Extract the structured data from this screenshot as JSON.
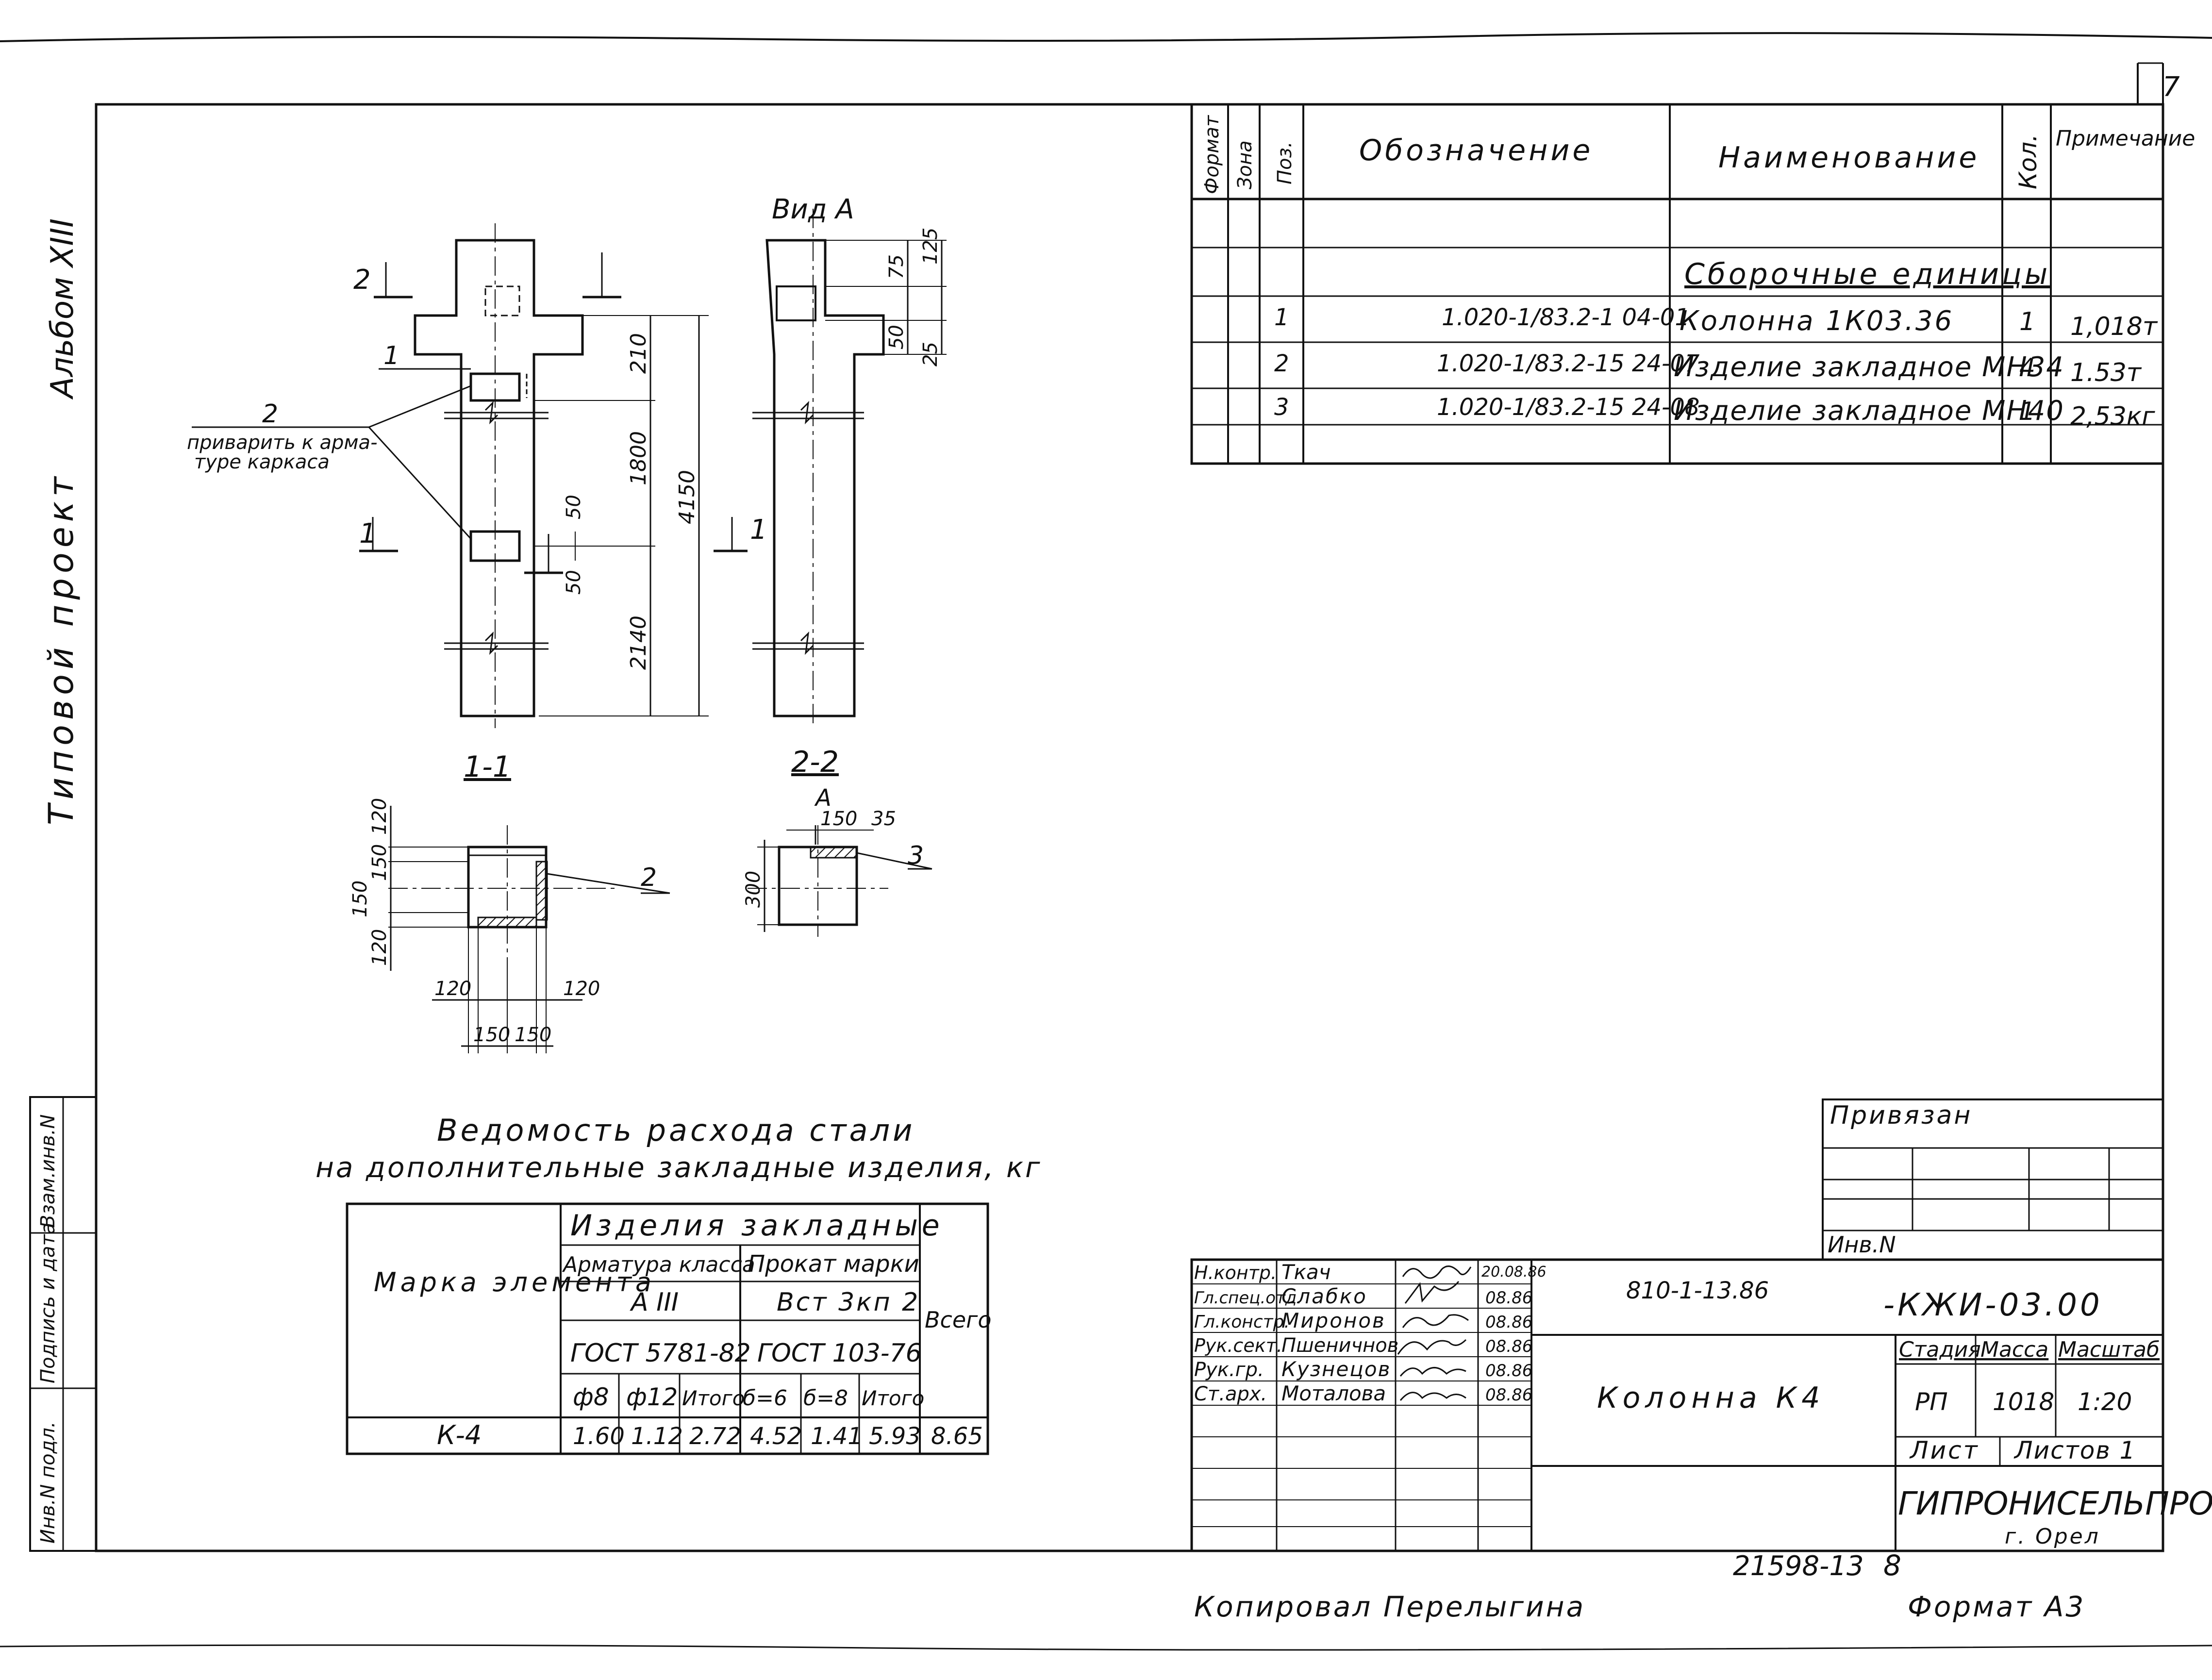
{
  "sheet": {
    "page_number": "7",
    "side_album": "Альбом XIII",
    "side_project": "Типовой проект",
    "side_stamp": [
      "Инв.N подл.",
      "Подпись и дата",
      "Взам.инв.N"
    ],
    "copied_by": "Копировал Перелыгина",
    "format": "Формат А3",
    "archive_number": "21598-13",
    "archive_sheet": "8"
  },
  "drawing": {
    "view_a_title": "Вид А",
    "section_1_title": "1-1",
    "section_2_title": "2-2",
    "cut_1": "1",
    "cut_2": "2",
    "leader_1": "1",
    "leader_2": "2",
    "leader_3": "3",
    "note_weld_line1": "приварить к арма-",
    "note_weld_line2": "туре каркаса",
    "arrow_a": "А",
    "dims_front": [
      "210",
      "1800",
      "4150",
      "2140",
      "50",
      "50"
    ],
    "dims_side": [
      "75",
      "125",
      "50",
      "25"
    ],
    "dims_sec1": [
      "120",
      "150",
      "150",
      "120",
      "120",
      "120",
      "150",
      "150"
    ],
    "dims_sec2": [
      "150",
      "35",
      "300"
    ]
  },
  "spec_table": {
    "headers": {
      "format": "Формат",
      "zone": "Зона",
      "pos": "Поз.",
      "designation": "Обозначение",
      "name": "Наименование",
      "qty": "Кол.",
      "note": "Примечание"
    },
    "section_title": "Сборочные единицы",
    "rows": [
      {
        "pos": "1",
        "designation": "1.020-1/83.2-1 04-01",
        "name": "Колонна 1К03.36",
        "qty": "1",
        "note": "1,018т"
      },
      {
        "pos": "2",
        "designation": "1.020-1/83.2-15 24-07",
        "name": "Изделие закладное МН34",
        "qty": "4",
        "note": "1.53т"
      },
      {
        "pos": "3",
        "designation": "1.020-1/83.2-15 24-08",
        "name": "Изделие закладное МН40",
        "qty": "1",
        "note": "2,53кг"
      }
    ]
  },
  "steel_table": {
    "title_line1": "Ведомость расхода стали",
    "title_line2": "на дополнительные закладные изделия, кг",
    "mark_header": "Марка элемента",
    "group_header": "Изделия закладные",
    "rebar_header": "Арматура класса",
    "rebar_class": "А III",
    "rebar_gost": "ГОСТ 5781-82",
    "plate_header": "Прокат марки",
    "plate_grade": "Вст 3кп 2",
    "plate_gost": "ГОСТ 103-76",
    "total_header": "Всего",
    "sub_headers": [
      "ф8",
      "ф12",
      "Итого",
      "б=6",
      "б=8",
      "Итого"
    ],
    "row": {
      "mark": "К-4",
      "values": [
        "1.60",
        "1.12",
        "2.72",
        "4.52",
        "1.41",
        "5.93"
      ],
      "total": "8.65"
    }
  },
  "title_block": {
    "privyazan": "Привязан",
    "inv_n": "Инв.N",
    "roles": [
      "Н.контр.",
      "Гл.спец.отд.",
      "Гл.констр.",
      "Рук.сект.",
      "Рук.гр.",
      "Ст.арх."
    ],
    "names": [
      "Ткач",
      "Слабко",
      "Миронов",
      "Пшеничнов",
      "Кузнецов",
      "Моталова"
    ],
    "dates": [
      "20.08.86",
      "08.86",
      "08.86",
      "08.86",
      "08.86",
      "08.86"
    ],
    "project_number": "810-1-13.86",
    "doc_code": "-КЖИ-03.00",
    "sheet_name": "Колонна К4",
    "stage_label": "Стадия",
    "mass_label": "Масса",
    "scale_label": "Масштаб",
    "stage": "РП",
    "mass": "1018",
    "scale": "1:20",
    "sheet_label": "Лист",
    "sheets_label": "Листов 1",
    "org": "ГИПРОНИСЕЛЬПРОМ",
    "city": "г. Орел"
  }
}
